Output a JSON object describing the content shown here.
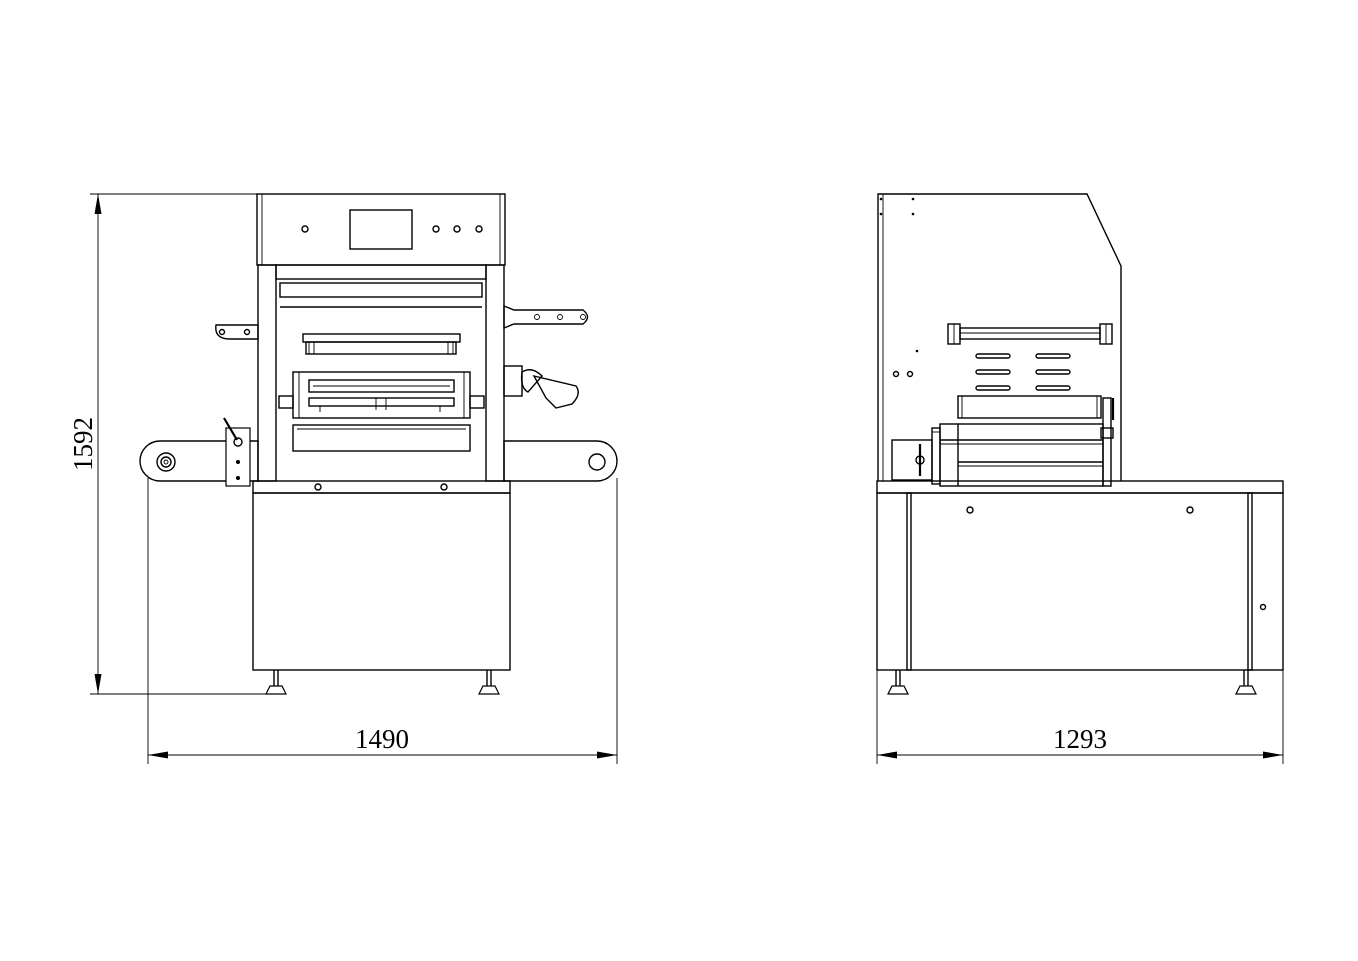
{
  "front_view": {
    "height_dimension": "1592",
    "width_dimension": "1490"
  },
  "side_view": {
    "width_dimension": "1293"
  }
}
